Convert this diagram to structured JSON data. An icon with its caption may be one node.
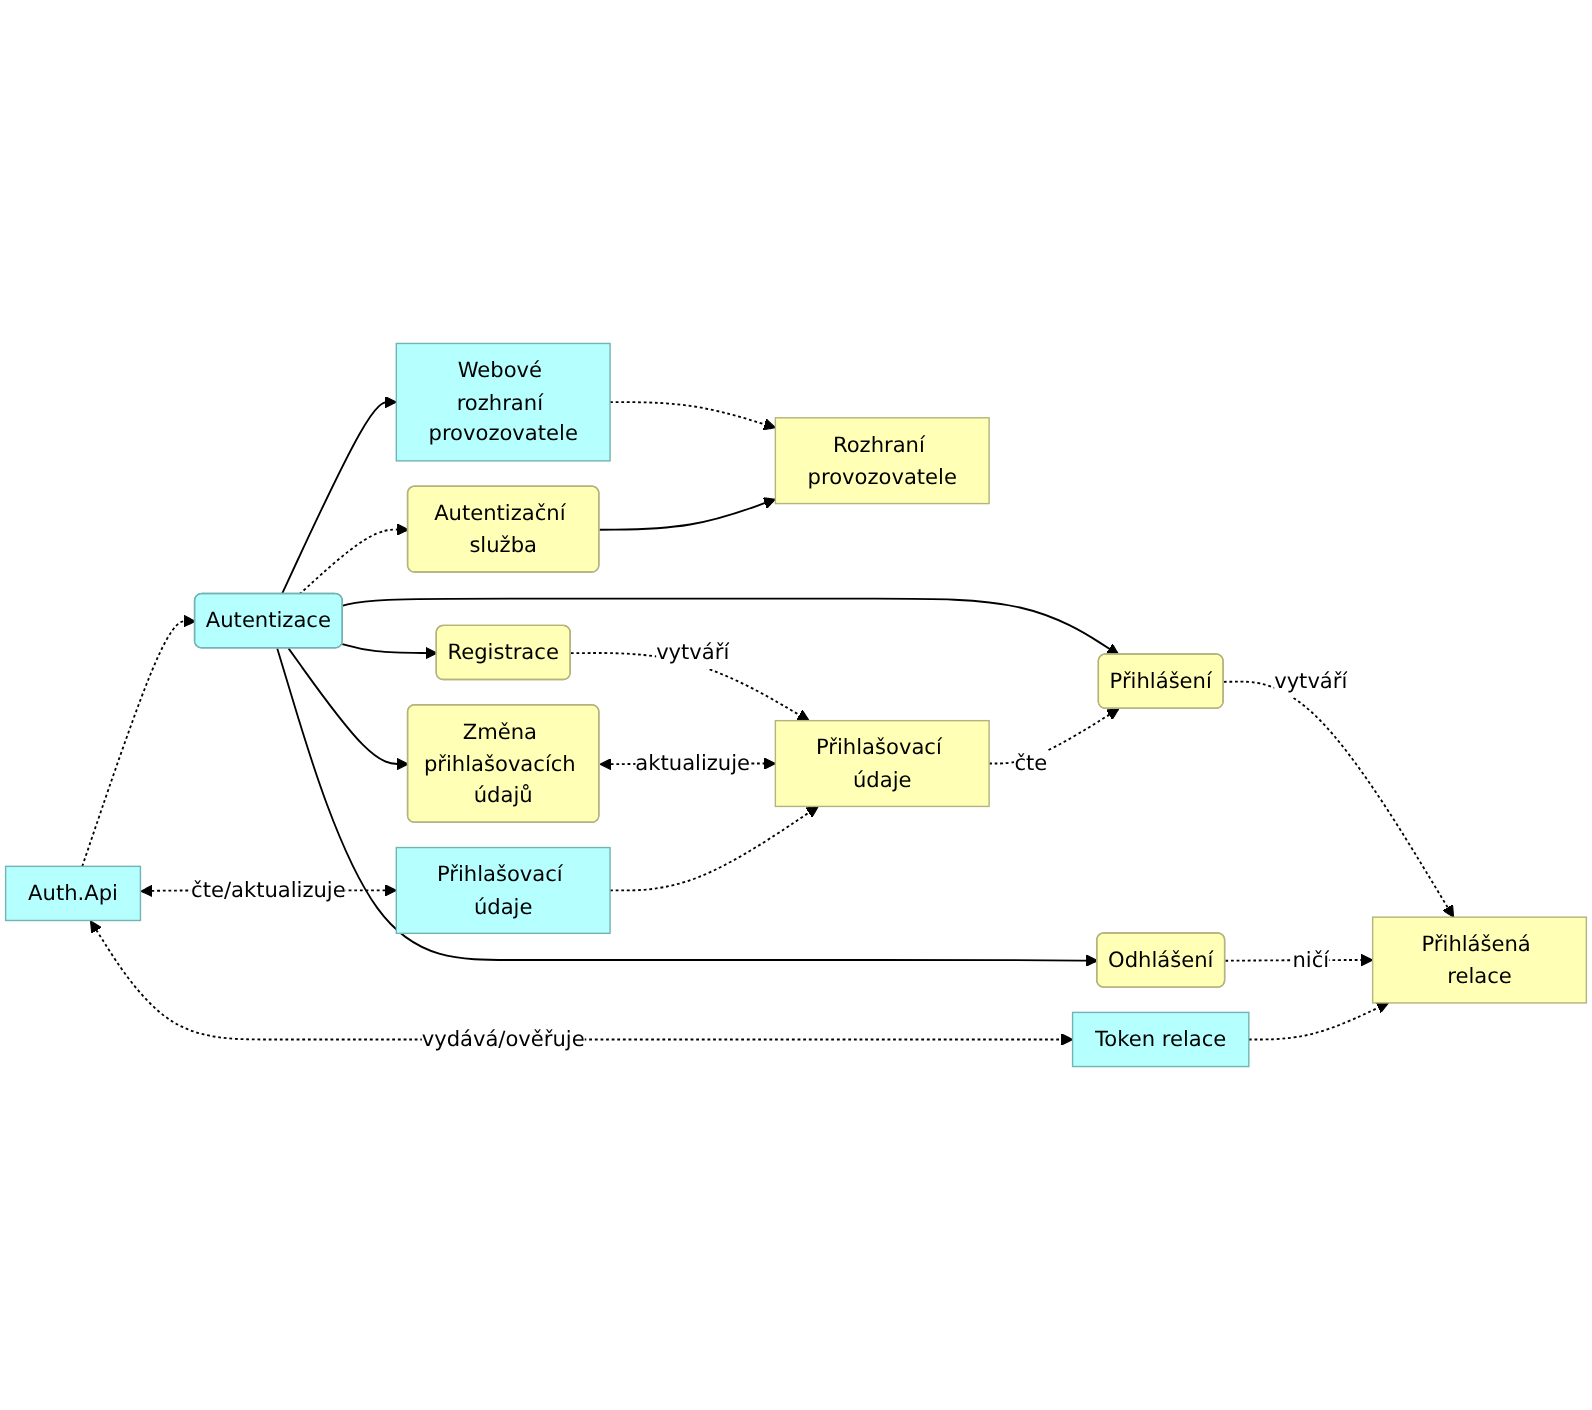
{
  "diagram": {
    "nodes": [
      {
        "text": [
          "Rozhraní provozovatele"
        ]
      },
      {
        "text": [
          "Webové rozhraní provozovatele"
        ]
      },
      {
        "text": [
          "Autentizace"
        ]
      },
      {
        "text": [
          "Autentizační služba"
        ]
      },
      {
        "text": [
          "Registrace"
        ]
      },
      {
        "text": [
          "Přihlášení"
        ]
      },
      {
        "text": [
          "Odhlášení"
        ]
      },
      {
        "text": [
          "Změna přihlašovacích údajů"
        ]
      },
      {
        "text": [
          "Auth.Api"
        ]
      },
      {
        "text": [
          "Přihlašovací údaje"
        ]
      },
      {
        "text": [
          "Přihlašovací údaje"
        ]
      },
      {
        "text": [
          "Token relace"
        ]
      },
      {
        "text": [
          "Přihlášená relace"
        ]
      }
    ],
    "edges": [
      {
        "from": 1,
        "to": 0,
        "arrow": "to",
        "style": "dashed"
      },
      {
        "from": 3,
        "to": 0,
        "arrow": "to"
      },
      {
        "from": 2,
        "to": 1,
        "arrow": "to"
      },
      {
        "from": 2,
        "to": 3,
        "arrow": "to",
        "style": "dashed"
      },
      {
        "from": 2,
        "to": 4,
        "arrow": "to"
      },
      {
        "from": 2,
        "to": 5,
        "arrow": "to"
      },
      {
        "from": 2,
        "to": 6,
        "arrow": "to"
      },
      {
        "from": 2,
        "to": 7,
        "arrow": "to"
      },
      {
        "from": 8,
        "to": 2,
        "arrow": "to",
        "style": "dashed"
      },
      {
        "from": 4,
        "to": 10,
        "label": "vytváří",
        "arrow": "to",
        "style": "dashed"
      },
      {
        "from": 10,
        "to": 5,
        "label": "čte",
        "arrow": "to",
        "style": "dashed"
      },
      {
        "from": 5,
        "to": 12,
        "label": "vytváří",
        "arrow": "to",
        "style": "dashed"
      },
      {
        "from": 6,
        "to": 12,
        "label": "ničí",
        "arrow": "to",
        "style": "dashed"
      },
      {
        "from": 7,
        "to": 10,
        "label": "aktualizuje",
        "arrow": "both",
        "style": "dashed"
      },
      {
        "from": 8,
        "to": 9,
        "label": "čte/aktualizuje",
        "arrow": "both",
        "style": "dashed"
      },
      {
        "from": 8,
        "to": 11,
        "label": "vydává/ověřuje",
        "arrow": "both",
        "style": "dashed"
      },
      {
        "from": 9,
        "to": 10,
        "arrow": "to",
        "style": "dashed"
      },
      {
        "from": 11,
        "to": 12,
        "arrow": "to",
        "style": "dashed"
      }
    ]
  }
}
